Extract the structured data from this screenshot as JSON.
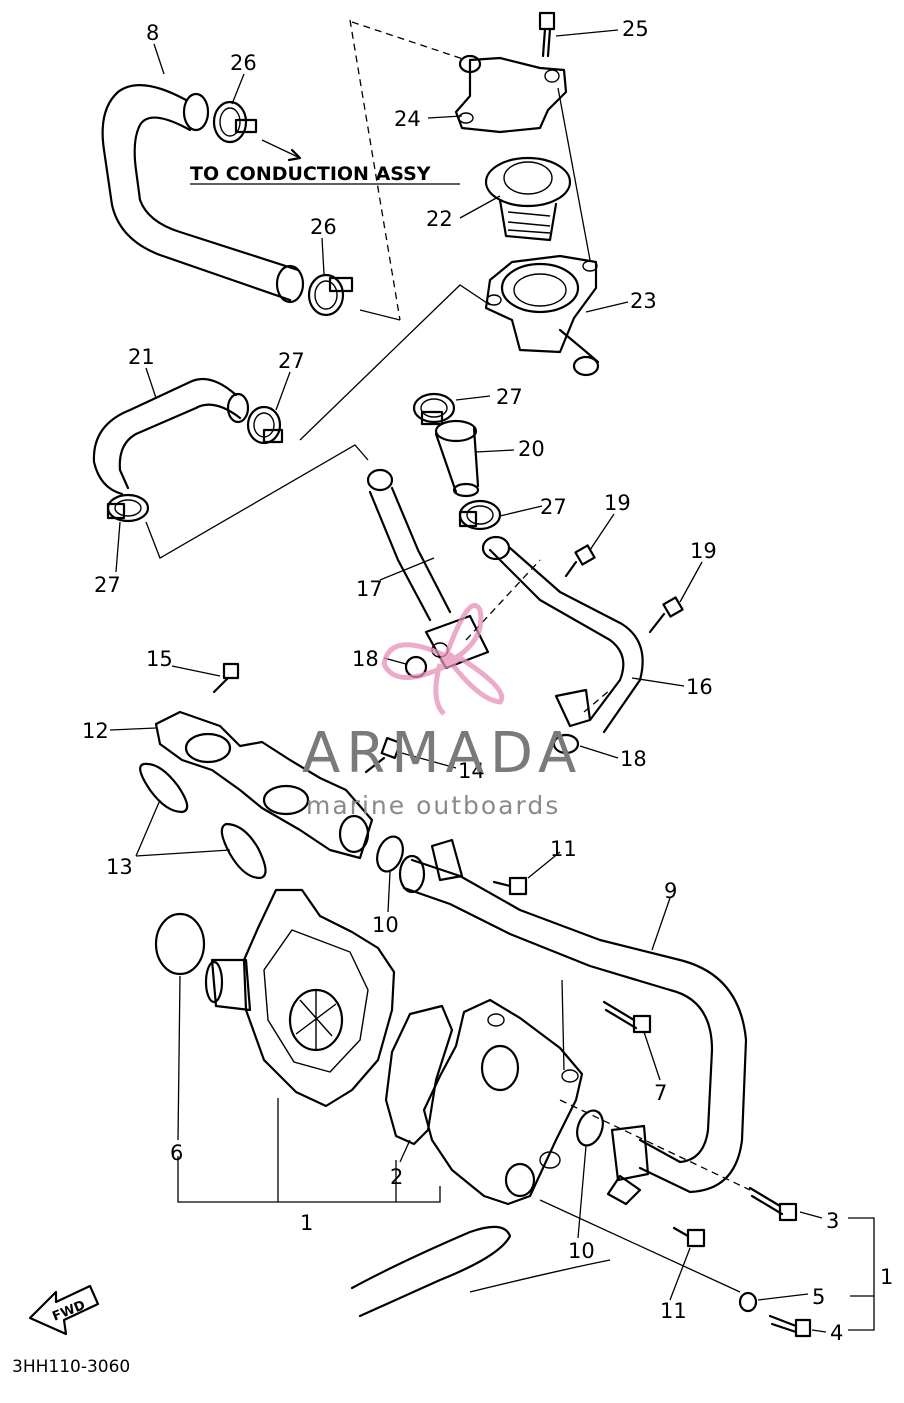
{
  "note": "TO CONDUCTION ASSY",
  "diagram_code": "3HH110-3060",
  "fwd_label": "FWD",
  "watermark": {
    "brand": "ARMADA",
    "tagline": "marine outboards"
  },
  "callouts": {
    "c1a": "1",
    "c1b": "1",
    "c2": "2",
    "c3": "3",
    "c4": "4",
    "c5": "5",
    "c6": "6",
    "c7": "7",
    "c8": "8",
    "c9": "9",
    "c10a": "10",
    "c10b": "10",
    "c11a": "11",
    "c11b": "11",
    "c12": "12",
    "c13": "13",
    "c14": "14",
    "c15": "15",
    "c16": "16",
    "c17": "17",
    "c18a": "18",
    "c18b": "18",
    "c19a": "19",
    "c19b": "19",
    "c20": "20",
    "c21": "21",
    "c22": "22",
    "c23": "23",
    "c24": "24",
    "c25": "25",
    "c26a": "26",
    "c26b": "26",
    "c27a": "27",
    "c27b": "27",
    "c27c": "27",
    "c27d": "27"
  },
  "colors": {
    "line": "#000000",
    "watermark_grey": "#7a7a7a",
    "watermark_pink": "#e58fb8"
  }
}
